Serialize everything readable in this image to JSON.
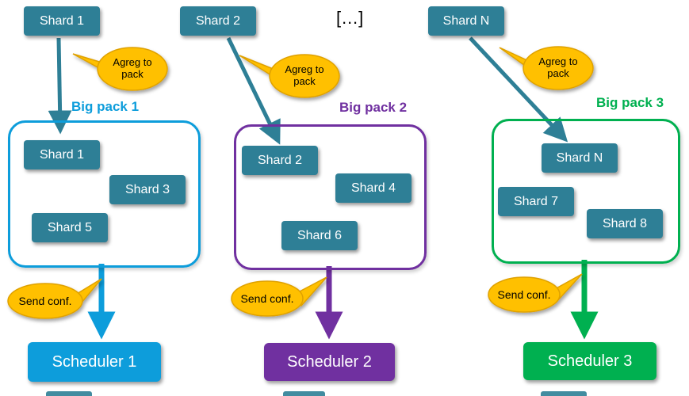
{
  "colors": {
    "teal": "#2E7F96",
    "blue": "#0D9DDB",
    "purple": "#7030A0",
    "green": "#00B050",
    "gold": "#FFC000",
    "gold_border": "#DFA100"
  },
  "top_row": {
    "shards": [
      {
        "label": "Shard 1"
      },
      {
        "label": "Shard 2"
      },
      {
        "label": "Shard N"
      }
    ],
    "ellipsis": "[…]"
  },
  "bubbles": {
    "agreg": {
      "line1": "Agreg to",
      "line2": "pack"
    },
    "send": {
      "label": "Send conf."
    }
  },
  "packs": [
    {
      "title": "Big pack 1",
      "color": "#0D9DDB",
      "shards": [
        "Shard 1",
        "Shard 3",
        "Shard 5"
      ]
    },
    {
      "title": "Big pack 2",
      "color": "#7030A0",
      "shards": [
        "Shard 2",
        "Shard 4",
        "Shard 6"
      ]
    },
    {
      "title": "Big pack 3",
      "color": "#00B050",
      "shards": [
        "Shard N",
        "Shard 7",
        "Shard 8"
      ]
    }
  ],
  "schedulers": [
    {
      "label": "Scheduler 1"
    },
    {
      "label": "Scheduler 2"
    },
    {
      "label": "Scheduler 3"
    }
  ]
}
